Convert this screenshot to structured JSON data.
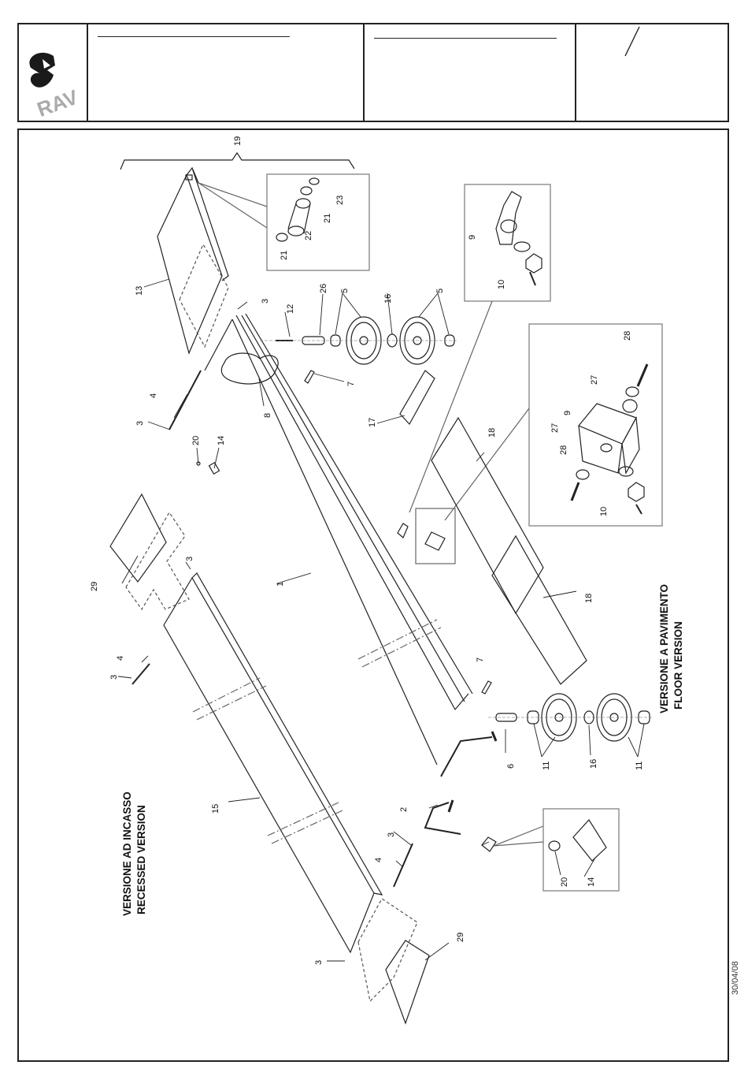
{
  "title_block": {
    "logo_text": "RAV",
    "sheet_field": "/"
  },
  "drawing": {
    "versions": {
      "floor": [
        "VERSIONE A PAVIMENTO",
        "FLOOR VERSION"
      ],
      "recessed": [
        "VERSIONE AD INCASSO",
        "RECESSED VERSION"
      ]
    },
    "callouts": {
      "c19": "19",
      "c21a": "21",
      "c21b": "21",
      "c22": "22",
      "c23": "23",
      "c13": "13",
      "c3a": "3",
      "c3b": "3",
      "c4a": "4",
      "c12": "12",
      "c26": "26",
      "c5a": "5",
      "c5b": "5",
      "c16a": "16",
      "c7a": "7",
      "c8": "8",
      "c17": "17",
      "c20a": "20",
      "c14a": "14",
      "c9a": "9",
      "c10a": "10",
      "c9b": "9",
      "c27a": "27",
      "c27b": "27",
      "c28a": "28",
      "c28b": "28",
      "c10b": "10",
      "c18a": "18",
      "c18b": "18",
      "c1": "1",
      "c29a": "29",
      "c3c": "3",
      "c3d": "3",
      "c4b": "4",
      "c15": "15",
      "c7b": "7",
      "c6": "6",
      "c11a": "11",
      "c16b": "16",
      "c11b": "11",
      "c2": "2",
      "c3e": "3",
      "c4c": "4",
      "c3f": "3",
      "c29b": "29",
      "c20b": "20",
      "c14b": "14"
    }
  },
  "footer": {
    "date": "30/04/08"
  }
}
